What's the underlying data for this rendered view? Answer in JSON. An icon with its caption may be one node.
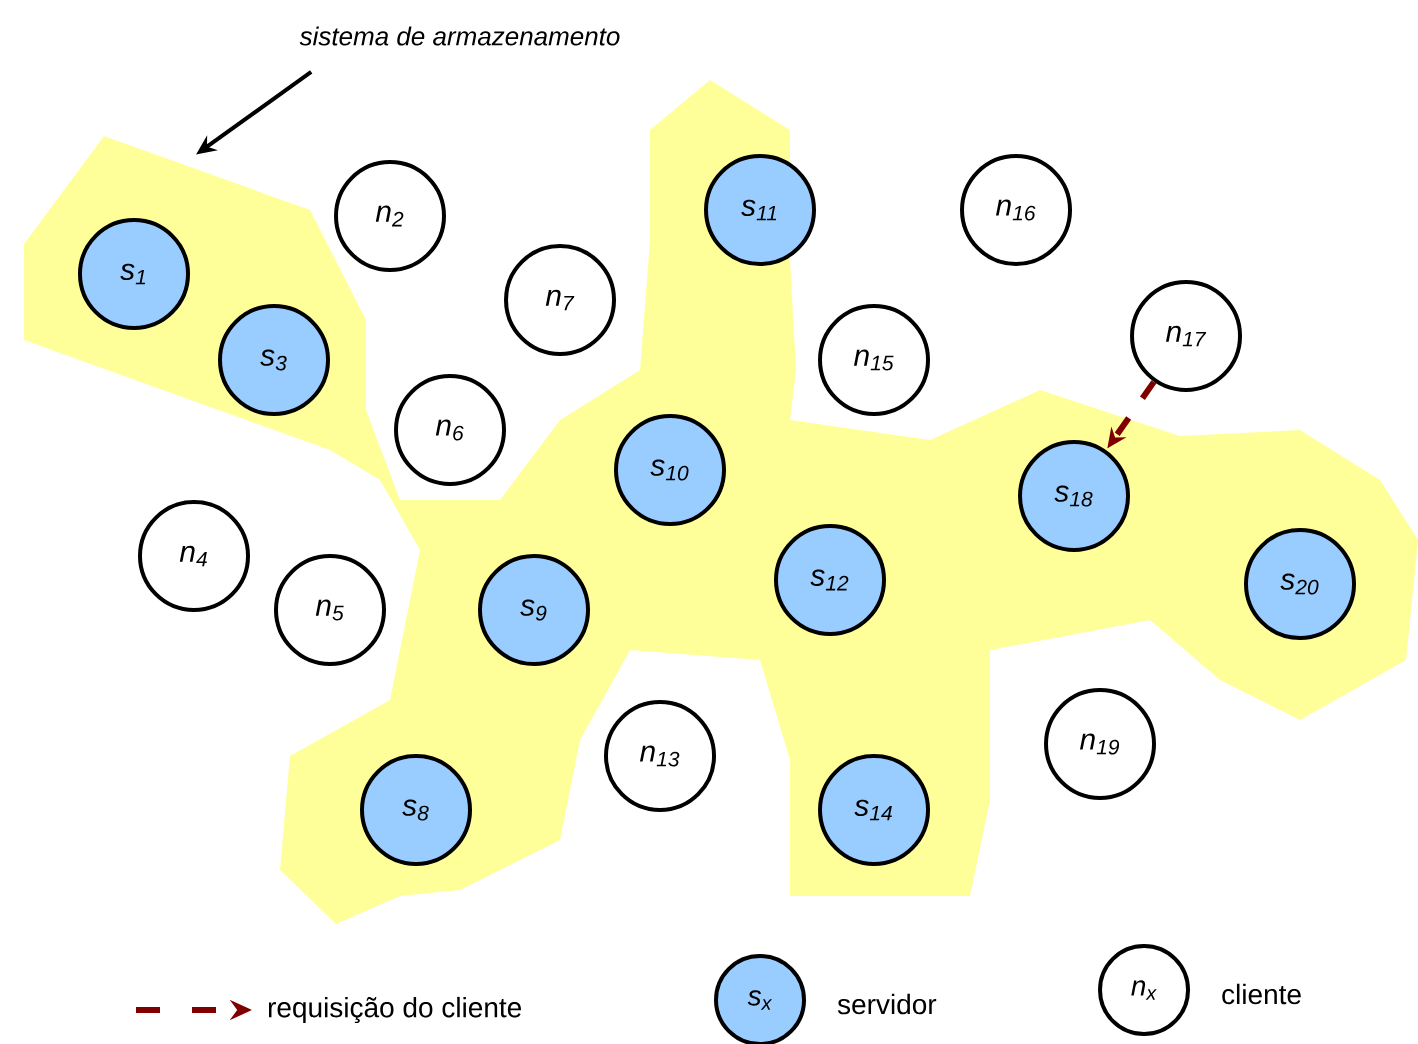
{
  "diagram": {
    "nodes": [
      {
        "text": [
          "sistema de armazenamento"
        ]
      },
      {
        "text": [],
        "shape": "polygon"
      },
      {
        "text": [
          "s$_{1}$"
        ],
        "in": 1
      },
      {
        "text": [
          "n$_{2}$"
        ]
      },
      {
        "text": [
          "s$_{3}$"
        ],
        "in": 1
      },
      {
        "text": [
          "n$_{4}$"
        ]
      },
      {
        "text": [
          "n$_{5}$"
        ]
      },
      {
        "text": [
          "n$_{6}$"
        ]
      },
      {
        "text": [
          "n$_{7}$"
        ]
      },
      {
        "text": [
          "s$_{8}$"
        ],
        "in": 1
      },
      {
        "text": [
          "s$_{9}$"
        ],
        "in": 1
      },
      {
        "text": [
          "s$_{10}$"
        ],
        "in": 1
      },
      {
        "text": [
          "s$_{11}$"
        ],
        "in": 1
      },
      {
        "text": [
          "s$_{12}$"
        ],
        "in": 1
      },
      {
        "text": [
          "n$_{13}$"
        ]
      },
      {
        "text": [
          "s$_{14}$"
        ],
        "in": 1
      },
      {
        "text": [
          "n$_{15}$"
        ]
      },
      {
        "text": [
          "n$_{16}$"
        ]
      },
      {
        "text": [
          "n$_{17}$"
        ]
      },
      {
        "text": [
          "s$_{18}$"
        ],
        "in": 1
      },
      {
        "text": [
          "n$_{19}$"
        ]
      },
      {
        "text": [
          "s$_{20}$"
        ],
        "in": 1
      }
    ],
    "edges": [
      {
        "from": 0,
        "to": 1,
        "arrow": "to"
      },
      {
        "from": 18,
        "to": 19,
        "arrow": "to",
        "style": "dashed",
        "color": "#800000"
      }
    ],
    "labels": [
      "s$_{x}$",
      "n$_{x}$"
    ],
    "legend": [
      {
        "text": "requisição do cliente"
      },
      {
        "text": "servidor",
        "color": "#99ccff"
      },
      {
        "text": "cliente"
      }
    ]
  }
}
